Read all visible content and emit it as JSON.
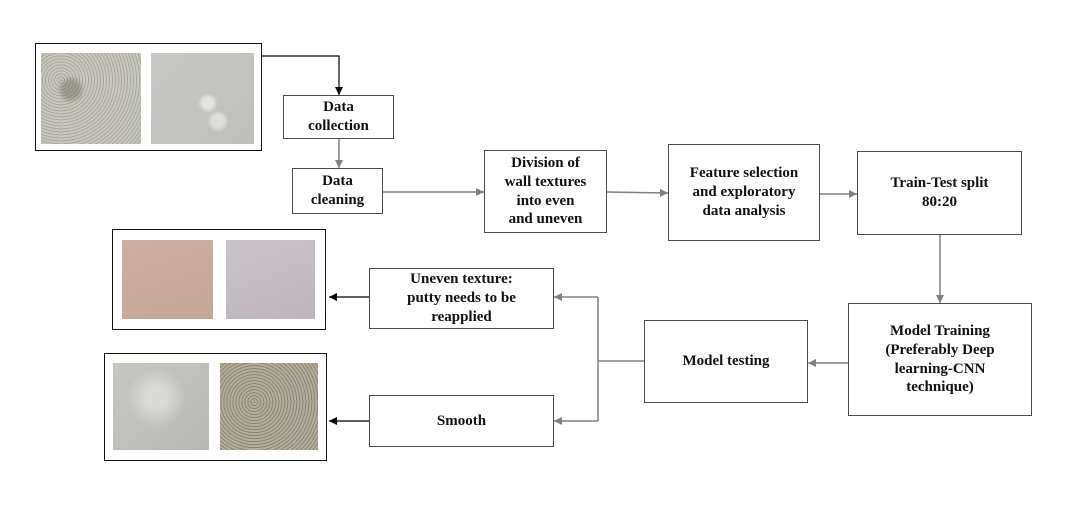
{
  "steps": {
    "data_collection": "Data\ncollection",
    "data_cleaning": "Data\ncleaning",
    "division": "Division of\nwall textures\ninto even\nand uneven",
    "feature_selection": "Feature selection\nand exploratory\ndata analysis",
    "train_test": "Train-Test split\n80:20",
    "model_training": "Model Training\n(Preferably Deep\nlearning-CNN\ntechnique)",
    "model_testing": "Model testing",
    "uneven": "Uneven texture:\nputty needs to be\nreapplied",
    "smooth": "Smooth"
  },
  "colors": {
    "edge_gray": "#808080",
    "edge_black": "#000000",
    "border": "#4a4a4a"
  }
}
